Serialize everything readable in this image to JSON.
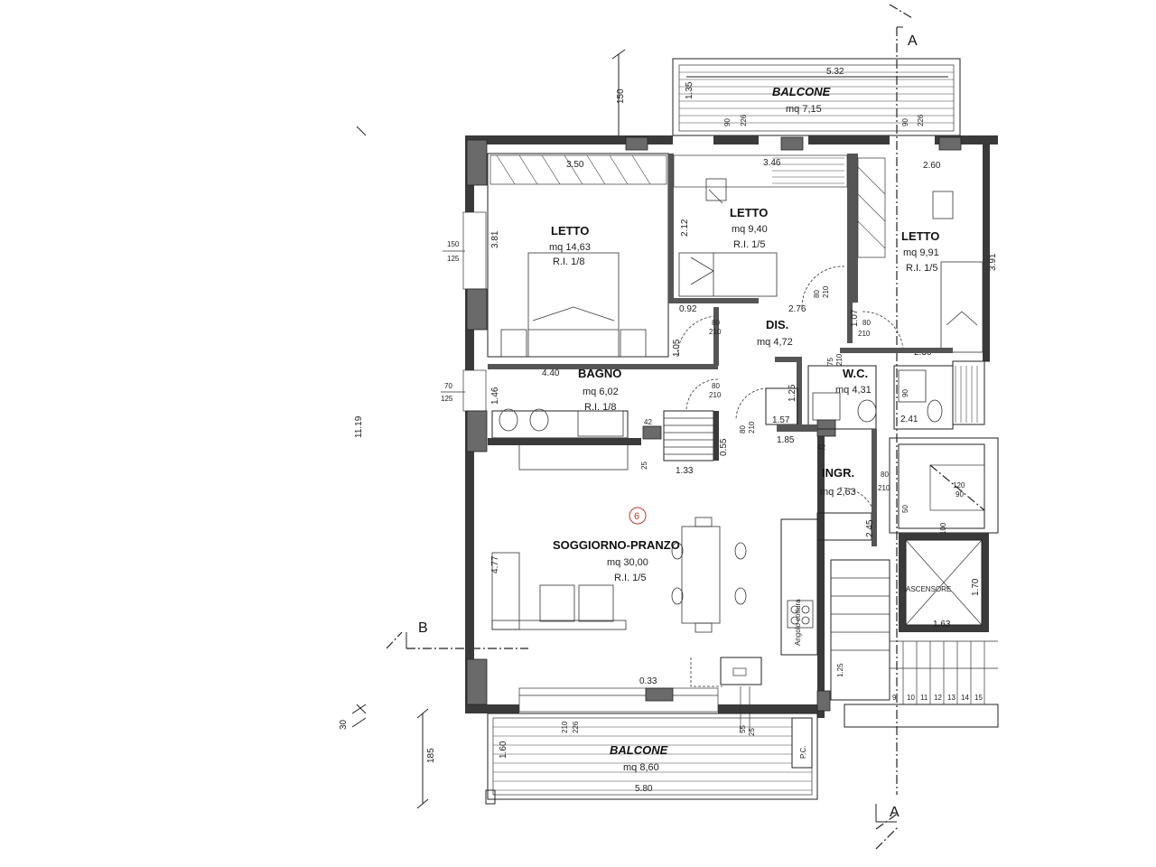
{
  "rooms": {
    "balcone_top": {
      "name": "BALCONE",
      "area": "mq 7,15"
    },
    "letto1": {
      "name": "LETTO",
      "area": "mq 14,63",
      "ri": "R.I. 1/8"
    },
    "letto2": {
      "name": "LETTO",
      "area": "mq 9,40",
      "ri": "R.I. 1/5"
    },
    "letto3": {
      "name": "LETTO",
      "area": "mq 9,91",
      "ri": "R.I. 1/5"
    },
    "dis": {
      "name": "DIS.",
      "area": "mq 4,72"
    },
    "bagno": {
      "name": "BAGNO",
      "area": "mq 6,02",
      "ri": "R.I. 1/8"
    },
    "wc": {
      "name": "W.C.",
      "area": "mq 4,31"
    },
    "ingr": {
      "name": "INGR.",
      "area": "mq 2,63"
    },
    "soggiorno": {
      "name": "SOGGIORNO-PRANZO",
      "area": "mq 30,00",
      "ri": "R.I. 1/5"
    },
    "ascensore": {
      "name": "ASCENSORE"
    },
    "balcone_bottom": {
      "name": "BALCONE",
      "area": "mq 8,60"
    },
    "angolo_cottura": {
      "name": "Angolo cottura"
    }
  },
  "sections": {
    "a_top": "A",
    "a_bottom": "A",
    "b": "B"
  },
  "marker": "6",
  "dimensions": {
    "balcone_top_width": "5.32",
    "balcone_top_depth": "1.35",
    "balcone_top_extent": "150",
    "letto1_width": "3.50",
    "letto2_width": "3.46",
    "letto3_width": "2.60",
    "letto1_depth": "3.81",
    "letto2_depth": "2.12",
    "letto3_depth": "3.91",
    "dis_width": "2.76",
    "dis_depth": "1.05",
    "dis_left": "0.92",
    "dis_right": "1.07",
    "wc_width": "2.36",
    "bagno_width": "4.40",
    "bagno_depth": "1.46",
    "stair_width": "1.33",
    "step_depth": "0.55",
    "niche_a": "1.25",
    "niche_b": "1.57",
    "niche_c": "1.85",
    "ingr_a": "2.45",
    "kitchen_depth": "4.77",
    "shelf_width": "0.33",
    "balcone_bottom_width": "5.80",
    "balcone_bottom_depth": "1.60",
    "balcone_bottom_extent": "185",
    "total_height": "11.19",
    "wall_30": "30",
    "asc_width": "1.63",
    "asc_depth": "1.70",
    "opening_150": "150",
    "opening_125": "125",
    "opening_70": "70",
    "opening_125b": "125",
    "door_226a": "226",
    "door_90a": "90",
    "door_226b": "226",
    "door_90b": "90",
    "door_210a": "210",
    "door_226c": "226",
    "door_80a": "80",
    "door_210b": "210",
    "door_80b": "80",
    "door_210c": "210",
    "door_80c": "80",
    "door_210d": "210",
    "door_80d": "80",
    "door_210e": "210",
    "door_80e": "80",
    "door_210f": "210",
    "door_75": "75",
    "door_210g": "210",
    "dim_42a": "42",
    "dim_42b": "42",
    "dim_25": "25",
    "dim_90": "90",
    "dim_120": "120",
    "dim_80": "80",
    "dim_55": "55",
    "dim_25b": "25",
    "dim_90b": "90",
    "dim_241": "2.41",
    "dim_100": "100",
    "dim_50": "50",
    "dim_125c": "1.25",
    "pc": "P.C.",
    "step_numbers": [
      "9",
      "10",
      "11",
      "12",
      "13",
      "14",
      "15"
    ]
  }
}
